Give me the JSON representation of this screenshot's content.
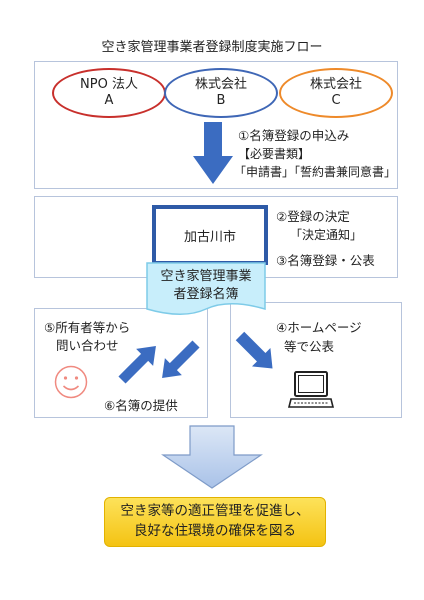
{
  "title": "空き家管理事業者登録制度実施フロー",
  "organizations": [
    {
      "label": "NPO 法人",
      "sub": "A",
      "color": "#c8302c"
    },
    {
      "label": "株式会社",
      "sub": "B",
      "color": "#3f67b6"
    },
    {
      "label": "株式会社",
      "sub": "C",
      "color": "#ee8a2a"
    }
  ],
  "step1": {
    "label": "①名簿登録の申込み",
    "docs_header": "【必要書類】",
    "docs": "「申請書」「誓約書兼同意書」"
  },
  "city": {
    "name": "加古川市"
  },
  "step2": {
    "label": "②登録の決定",
    "sub": "「決定通知」"
  },
  "step3": {
    "label": "③名簿登録・公表"
  },
  "registry": {
    "line1": "空き家管理事業",
    "line2": "者登録名簿"
  },
  "step5": {
    "line1": "⑤所有者等から",
    "line2": "問い合わせ"
  },
  "step6": {
    "label": "⑥名簿の提供"
  },
  "step4": {
    "line1": "④ホームページ",
    "line2": "等で公表"
  },
  "goal": {
    "line1": "空き家等の適正管理を促進し、",
    "line2": "良好な住環境の確保を図る"
  },
  "colors": {
    "arrow_blue": "#3b6cc1",
    "panel_border": "#b7c4dc",
    "registry_fill": "#c8eefb",
    "registry_border": "#7ecbe8",
    "smiley": "#f08a80",
    "goal_fill": "#f7cc2a",
    "big_arrow_fill": "#c9d9f1"
  },
  "icons": [
    "smiley-face-icon",
    "computer-icon",
    "down-arrow-icon",
    "bidirectional-arrow-icon",
    "document-icon"
  ]
}
